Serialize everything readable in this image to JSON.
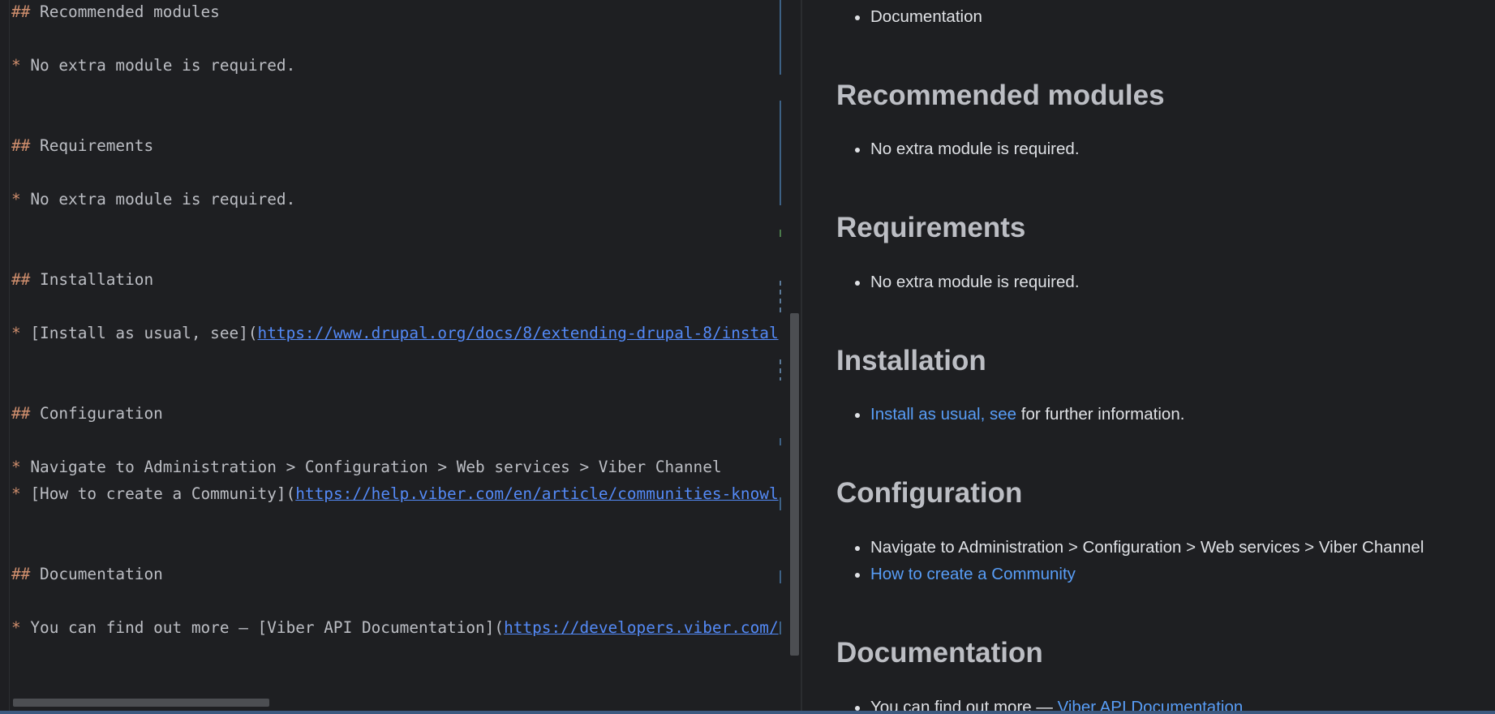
{
  "editor": {
    "lines": {
      "l1": {
        "marker": "##",
        "text": " Recommended modules"
      },
      "l2": {
        "marker": "*",
        "text": " No extra module is required."
      },
      "l3": {
        "marker": "##",
        "text": " Requirements"
      },
      "l4": {
        "marker": "*",
        "text": " No extra module is required."
      },
      "l5": {
        "marker": "##",
        "text": " Installation"
      },
      "l6": {
        "marker": "*",
        "text": " [Install as usual, see](",
        "link": "https://www.drupal.org/docs/8/extending-drupal-8/instal"
      },
      "l7": {
        "marker": "##",
        "text": " Configuration"
      },
      "l8": {
        "marker": "*",
        "text": " Navigate to Administration > Configuration > Web services > Viber Channel"
      },
      "l9": {
        "marker": "*",
        "text": " [How to create a Community](",
        "link": "https://help.viber.com/en/article/communities-knowl"
      },
      "l10": {
        "marker": "##",
        "text": " Documentation"
      },
      "l11": {
        "marker": "*",
        "text": " You can find out more — [Viber API Documentation](",
        "link": "https://developers.viber.com/"
      }
    }
  },
  "preview": {
    "top_item": "Documentation",
    "recommended": {
      "heading": "Recommended modules",
      "item": "No extra module is required."
    },
    "requirements": {
      "heading": "Requirements",
      "item": "No extra module is required."
    },
    "installation": {
      "heading": "Installation",
      "link": "Install as usual, see",
      "rest": " for further information."
    },
    "configuration": {
      "heading": "Configuration",
      "item1": "Navigate to Administration > Configuration > Web services > Viber Channel",
      "link2": "How to create a Community"
    },
    "documentation": {
      "heading": "Documentation",
      "prefix": "You can find out more — ",
      "link": "Viber API Documentation"
    }
  },
  "colors": {
    "background": "#1e1f22",
    "markdown_marker": "#cf8e6d",
    "editor_link": "#548af7",
    "preview_link": "#589df6"
  }
}
